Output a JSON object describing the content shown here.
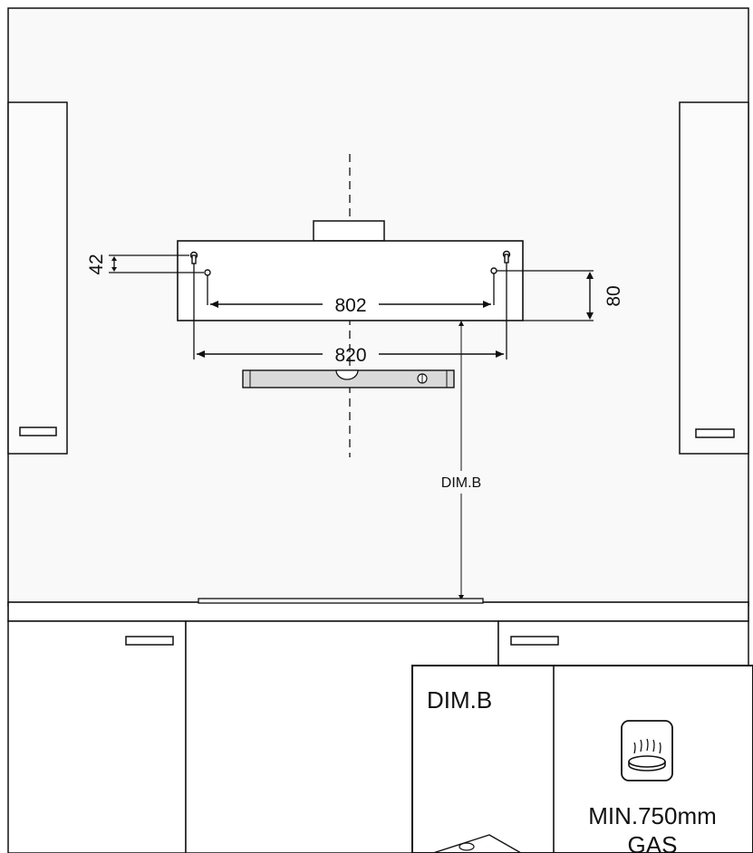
{
  "diagram": {
    "dimensions": {
      "hole_spacing_inner": "802",
      "hole_spacing_outer": "820",
      "vertical_offset_small": "42",
      "vertical_offset_right": "80",
      "hood_height_label": "DIM.B"
    },
    "legend": {
      "title": "DIM.B",
      "min_gas_line1": "MIN.750mm",
      "min_gas_line2": "GAS"
    },
    "colors": {
      "line": "#111111",
      "wall_panel": "#f6f6f6",
      "bubble_level": "#d9d9d9"
    }
  }
}
